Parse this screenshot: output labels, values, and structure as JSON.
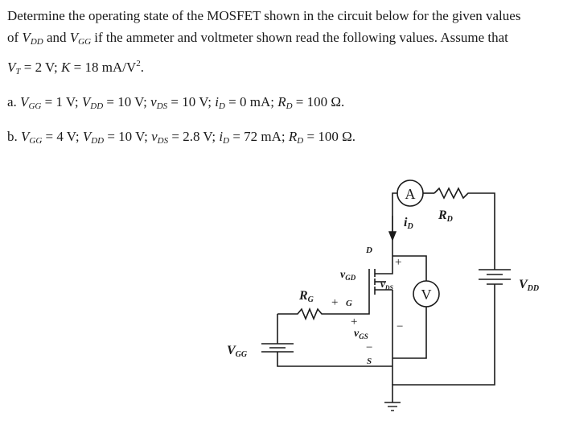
{
  "intro": {
    "l1": "Determine the operating state of the MOSFET shown in the circuit below for the given values",
    "l2a": "of ",
    "l2_vdd": "V",
    "l2_vdd_sub": "DD",
    "l2b": " and ",
    "l2_vgg": "V",
    "l2_vgg_sub": "GG",
    "l2c": " if the ammeter and voltmeter shown read the following values. Assume that",
    "l3_vt": "V",
    "l3_vt_sub": "T",
    "l3a": " = 2 V; ",
    "l3_k": "K",
    "l3b": " = 18 mA/V",
    "l3_sup": "2",
    "l3c": "."
  },
  "part_a": {
    "label": "a. ",
    "vgg": "V",
    "vgg_sub": "GG",
    "vgg_val": " = 1 V; ",
    "vdd": "V",
    "vdd_sub": "DD",
    "vdd_val": " = 10 V; ",
    "vds": "v",
    "vds_sub": "DS",
    "vds_val": " = 10 V; ",
    "id": "i",
    "id_sub": "D",
    "id_val": " = 0 mA; ",
    "rd": "R",
    "rd_sub": "D",
    "rd_val": " = 100 Ω."
  },
  "part_b": {
    "label": "b. ",
    "vgg": "V",
    "vgg_sub": "GG",
    "vgg_val": " = 4 V; ",
    "vdd": "V",
    "vdd_sub": "DD",
    "vdd_val": " = 10 V; ",
    "vds": "v",
    "vds_sub": "DS",
    "vds_val": " = 2.8 V; ",
    "id": "i",
    "id_sub": "D",
    "id_val": " = 72 mA; ",
    "rd": "R",
    "rd_sub": "D",
    "rd_val": " = 100 Ω."
  },
  "circuit": {
    "ammeter": "A",
    "voltmeter": "V",
    "rd_label": "R",
    "rd_label_sub": "D",
    "id_label": "i",
    "id_label_sub": "D",
    "vdd_label": "V",
    "vdd_label_sub": "DD",
    "vgg_label": "V",
    "vgg_label_sub": "GG",
    "rg_label": "R",
    "rg_label_sub": "G",
    "vgd_label": "v",
    "vgd_label_sub": "GD",
    "vds_label": "v",
    "vds_label_sub": "DS",
    "vgs_label": "v",
    "vgs_label_sub": "GS",
    "d_label": "D",
    "g_label": "G",
    "s_label": "S",
    "plus": "+",
    "minus": "−"
  }
}
